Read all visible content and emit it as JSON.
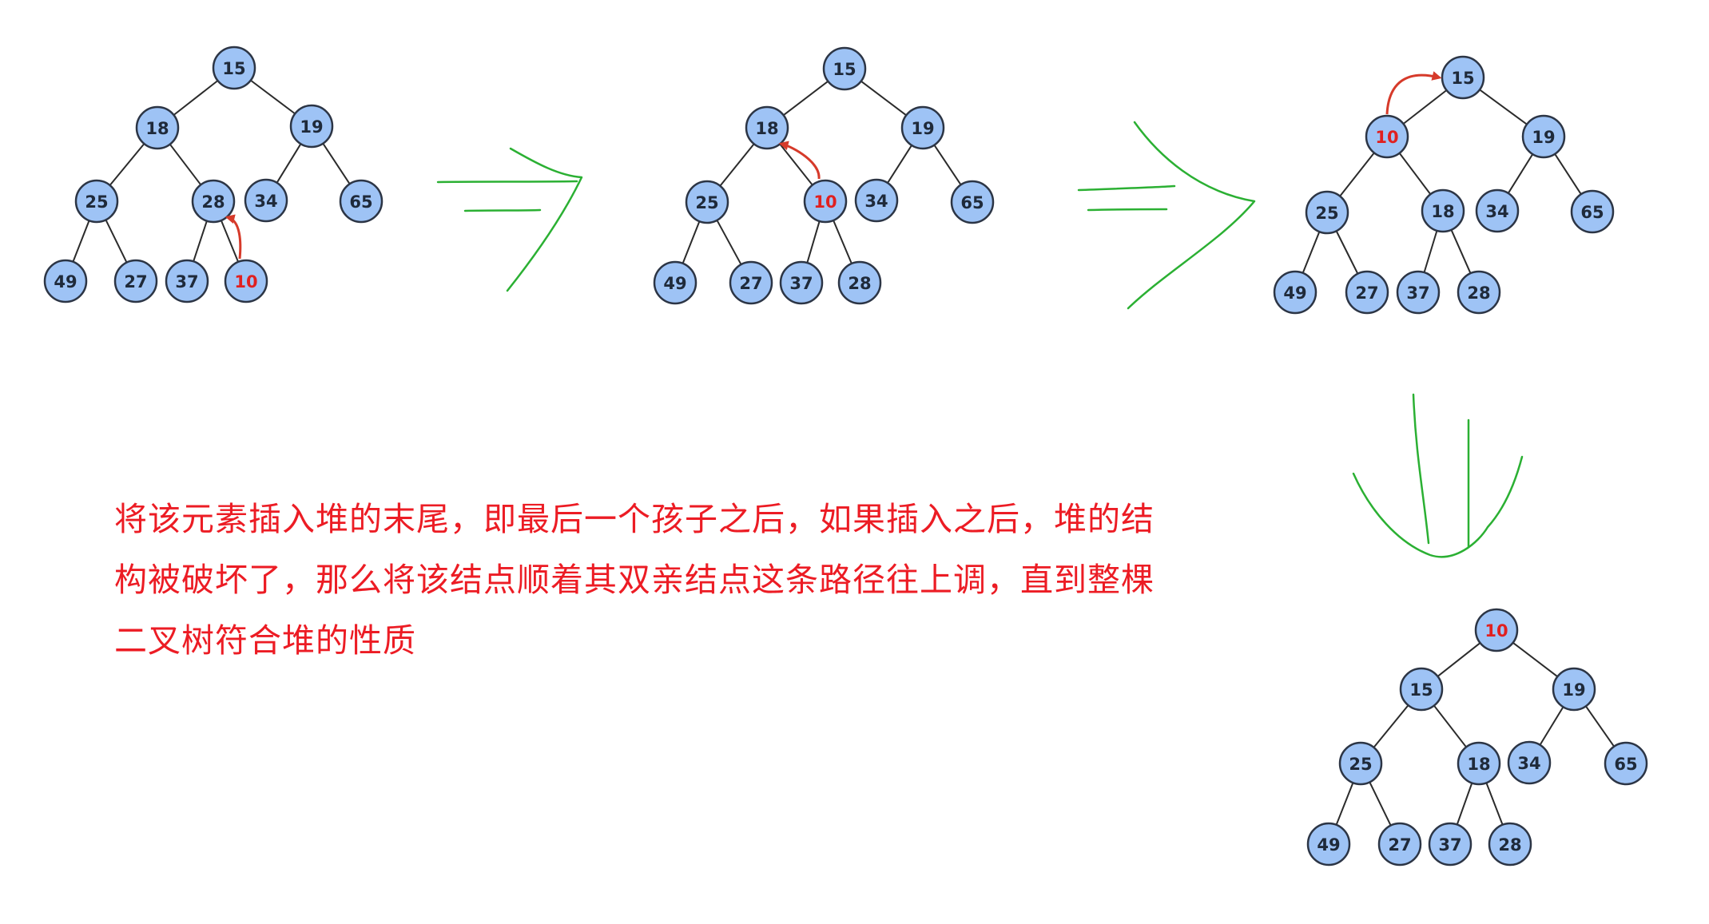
{
  "caption": "将该元素插入堆的末尾，即最后一个孩子之后，如果插入之后，堆的结构被破坏了，那么将该结点顺着其双亲结点这条路径往上调，直到整棵二叉树符合堆的性质",
  "colors": {
    "node_fill": "#9ec3f5",
    "node_border": "#2c3545",
    "highlight_text": "#e02020",
    "move_arrow": "#d63a2a",
    "flow_arrow": "#2bb033",
    "caption_text": "#ec1c24"
  },
  "trees": [
    {
      "name": "step-1-insert",
      "nodes": [
        {
          "label": "15"
        },
        {
          "label": "18"
        },
        {
          "label": "19"
        },
        {
          "label": "25"
        },
        {
          "label": "28"
        },
        {
          "label": "34"
        },
        {
          "label": "65"
        },
        {
          "label": "49"
        },
        {
          "label": "27"
        },
        {
          "label": "37"
        },
        {
          "label": "10",
          "highlight": true
        }
      ],
      "moved": {
        "from": "10",
        "to": "28"
      }
    },
    {
      "name": "step-2-swap-28",
      "nodes": [
        {
          "label": "15"
        },
        {
          "label": "18"
        },
        {
          "label": "19"
        },
        {
          "label": "25"
        },
        {
          "label": "10",
          "highlight": true
        },
        {
          "label": "34"
        },
        {
          "label": "65"
        },
        {
          "label": "49"
        },
        {
          "label": "27"
        },
        {
          "label": "37"
        },
        {
          "label": "28"
        }
      ],
      "moved": {
        "from": "10",
        "to": "18"
      }
    },
    {
      "name": "step-3-swap-18",
      "nodes": [
        {
          "label": "15"
        },
        {
          "label": "10",
          "highlight": true
        },
        {
          "label": "19"
        },
        {
          "label": "25"
        },
        {
          "label": "18"
        },
        {
          "label": "34"
        },
        {
          "label": "65"
        },
        {
          "label": "49"
        },
        {
          "label": "27"
        },
        {
          "label": "37"
        },
        {
          "label": "28"
        }
      ],
      "moved": {
        "from": "10",
        "to": "15"
      }
    },
    {
      "name": "step-4-final",
      "nodes": [
        {
          "label": "10",
          "highlight": true
        },
        {
          "label": "15"
        },
        {
          "label": "19"
        },
        {
          "label": "25"
        },
        {
          "label": "18"
        },
        {
          "label": "34"
        },
        {
          "label": "65"
        },
        {
          "label": "49"
        },
        {
          "label": "27"
        },
        {
          "label": "37"
        },
        {
          "label": "28"
        }
      ],
      "moved": null
    }
  ]
}
